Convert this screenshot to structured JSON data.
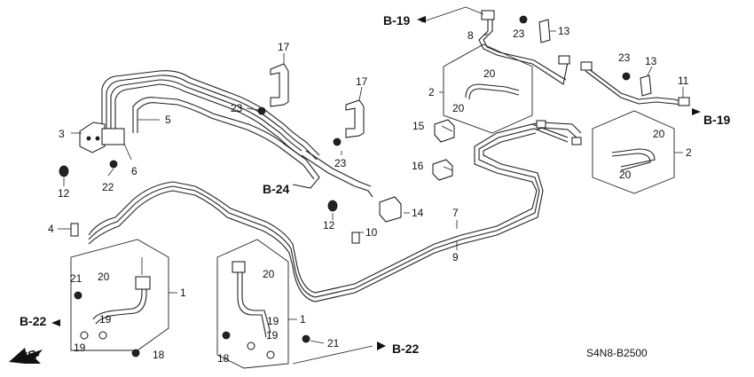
{
  "diagram": {
    "code": "S4N8-B2500",
    "front_label": "FR.",
    "refs": {
      "b19_top": "B-19",
      "b19_right": "B-19",
      "b24": "B-24",
      "b22_left": "B-22",
      "b22_right": "B-22"
    },
    "labels": {
      "n1a": "1",
      "n1b": "1",
      "n2a": "2",
      "n2b": "2",
      "n3": "3",
      "n4": "4",
      "n5": "5",
      "n6": "6",
      "n7": "7",
      "n8": "8",
      "n9": "9",
      "n10": "10",
      "n11": "11",
      "n12a": "12",
      "n12b": "12",
      "n13a": "13",
      "n13b": "13",
      "n14": "14",
      "n15": "15",
      "n16": "16",
      "n17a": "17",
      "n17b": "17",
      "n18a": "18",
      "n18b": "18",
      "n19a": "19",
      "n19b": "19",
      "n19c": "19",
      "n19d": "19",
      "n20a": "20",
      "n20b": "20",
      "n20c": "20",
      "n20d": "20",
      "n20e": "20",
      "n20f": "20",
      "n21a": "21",
      "n21b": "21",
      "n22": "22",
      "n23a": "23",
      "n23b": "23",
      "n23c": "23",
      "n23d": "23"
    }
  }
}
